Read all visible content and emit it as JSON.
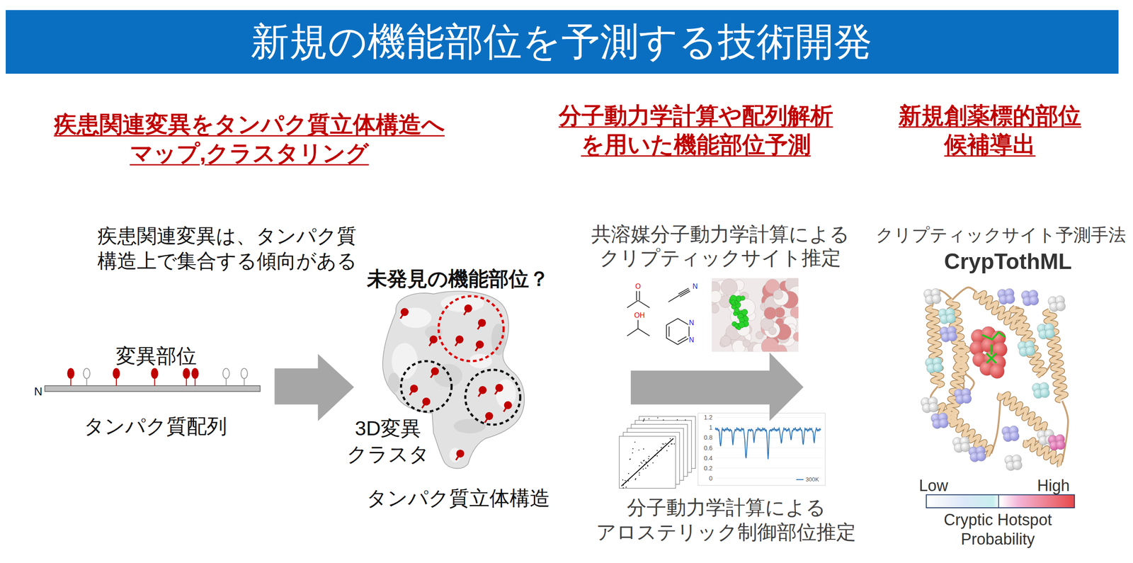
{
  "diagram": {
    "title": "新規の機能部位を予測する技術開発",
    "labels": [
      "疾患関連変異をタンパク質立体構造へ マップ,クラスタリング",
      "分子動力学計算や配列解析 を用いた機能部位予測",
      "新規創薬標的部位 候補導出",
      "疾患関連変異は、タンパク質 構造上で集合する傾向がある",
      "共溶媒分子動力学計算による クリプティックサイト推定",
      "クリプティックサイト予測手法",
      "CrypTothML",
      "未発見の機能部位？",
      "O",
      "N",
      "OH",
      "N",
      "N",
      "変異部位",
      "N",
      "タンパク質配列",
      "3D変異 クラスタ",
      "1.2",
      "1",
      "0.8",
      "0.6",
      "0.4",
      "0.2",
      "0",
      "300K",
      "Low",
      "High",
      "タンパク質立体構造",
      "Cryptic Hotspot Probability",
      "分子動力学計算による アロステリック制御部位推定"
    ]
  }
}
